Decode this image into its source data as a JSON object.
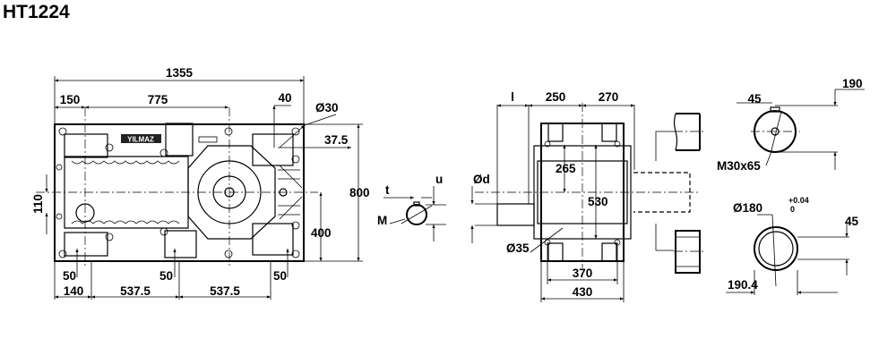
{
  "title": "HT1224",
  "brand": "YILMAZ",
  "front_view": {
    "overall_length": "1355",
    "offset_150": "150",
    "distance_775": "775",
    "dim_40": "40",
    "hole_dia": "Ø30",
    "dim_37_5": "37.5",
    "height_800": "800",
    "height_400": "400",
    "dim_110": "110",
    "foot_50_a": "50",
    "foot_50_b": "50",
    "foot_50_c": "50",
    "dim_140": "140",
    "spacing_a": "537.5",
    "spacing_b": "537.5"
  },
  "key_view": {
    "t": "t",
    "u": "u",
    "m": "M"
  },
  "side_view": {
    "l": "l",
    "dim_250": "250",
    "dim_270": "270",
    "shaft_dia": "Ød",
    "dim_265": "265",
    "dim_530": "530",
    "hole_dia": "Ø35",
    "dim_370": "370",
    "dim_430": "430"
  },
  "output_detail": {
    "key_45_top": "45",
    "dim_190": "190",
    "thread": "M30x65",
    "bore_dia": "Ø180",
    "tol_upper": "+0.04",
    "tol_lower": "0",
    "key_45_bottom": "45",
    "dim_190_4": "190.4"
  }
}
